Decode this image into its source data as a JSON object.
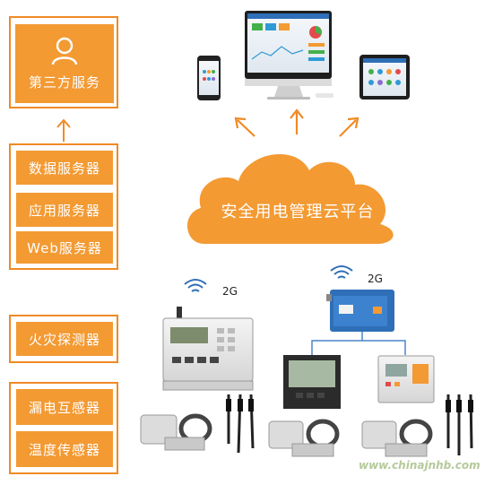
{
  "left_panel": {
    "third_party": "第三方服务",
    "servers": [
      "数据服务器",
      "应用服务器",
      "Web服务器"
    ],
    "fire_detector": "火灾探测器",
    "sensors": [
      "漏电互感器",
      "温度传感器"
    ]
  },
  "cloud": {
    "label": "安全用电管理云平台"
  },
  "signals": {
    "left": "2G",
    "right": "2G"
  },
  "watermark": "www.chinajnhb.com",
  "colors": {
    "accent": "#f39a33",
    "border": "#f08a24",
    "line": "#4a86c8"
  },
  "icons": [
    "user-icon",
    "wifi-icon",
    "arrow-up-icon"
  ]
}
